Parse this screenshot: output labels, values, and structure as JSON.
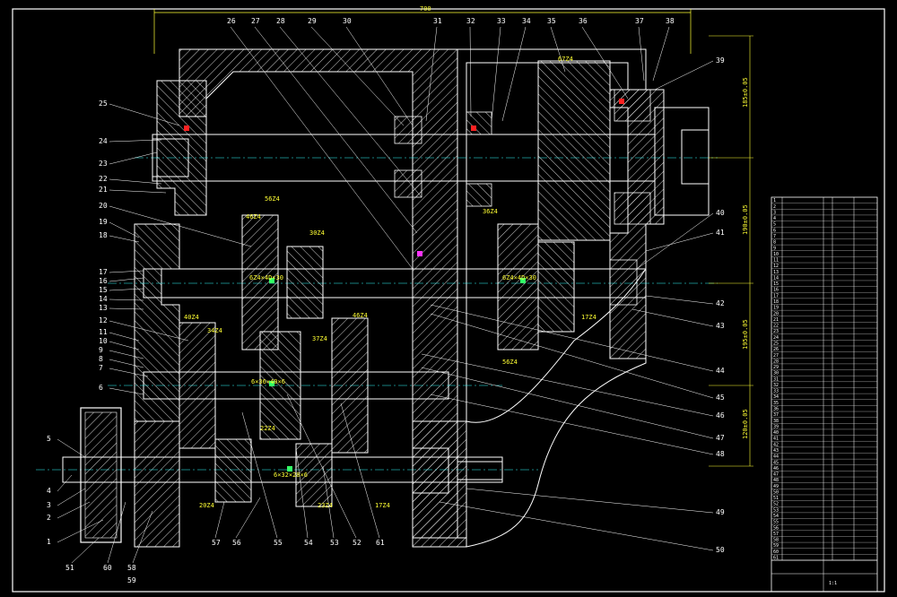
{
  "drawing": {
    "colors": {
      "background": "#000000",
      "outline": "#ffffff",
      "dimension": "#ffff33",
      "centerline": "#33ffff",
      "red_mark": "#ff2222",
      "magenta": "#ff33ff",
      "green": "#33ff66"
    },
    "top_dimension": "700",
    "right_dimensions": [
      "185±0.05",
      "190±0.05",
      "195±0.05",
      "120±0.05"
    ],
    "top_callouts": [
      "26",
      "27",
      "28",
      "29",
      "30",
      "31",
      "32",
      "33",
      "34",
      "35",
      "36",
      "37",
      "38"
    ],
    "left_callouts": [
      "25",
      "24",
      "23",
      "22",
      "21",
      "20",
      "19",
      "18",
      "17",
      "16",
      "15",
      "14",
      "13",
      "12",
      "11",
      "10",
      "9",
      "8",
      "7",
      "6",
      "5",
      "4",
      "3",
      "2",
      "1"
    ],
    "right_callouts": [
      "39",
      "40",
      "41",
      "42",
      "43",
      "44",
      "45",
      "46",
      "47",
      "48",
      "49",
      "50"
    ],
    "bottom_callouts": [
      "51",
      "60",
      "58",
      "59",
      "57",
      "56",
      "55",
      "54",
      "53",
      "52",
      "61"
    ],
    "gear_labels": [
      "67Z4",
      "36Z4",
      "56Z4",
      "46Z4",
      "30Z4",
      "40Z4",
      "34Z4",
      "37Z4",
      "46Z4",
      "56Z4",
      "17Z4",
      "22Z4",
      "23Z4",
      "20Z4",
      "17Z4"
    ],
    "shaft_labels": [
      "6Z4×4D×30",
      "6Z4×4D×30",
      "6×36×40×6",
      "6×32×28×6"
    ],
    "title_block": {
      "rows": [
        "1",
        "2",
        "3",
        "4",
        "5",
        "6",
        "7",
        "8",
        "9",
        "10",
        "11",
        "12",
        "13",
        "14",
        "15",
        "16",
        "17",
        "18",
        "19",
        "20",
        "21",
        "22",
        "23",
        "24",
        "25",
        "26",
        "27",
        "28",
        "29",
        "30",
        "31",
        "32",
        "33",
        "34",
        "35",
        "36",
        "37",
        "38",
        "39",
        "40",
        "41",
        "42",
        "43",
        "44",
        "45",
        "46",
        "47",
        "48",
        "49",
        "50",
        "51",
        "52",
        "53",
        "54",
        "55",
        "56",
        "57",
        "58",
        "59",
        "60",
        "61"
      ],
      "scale": "1:1"
    }
  }
}
